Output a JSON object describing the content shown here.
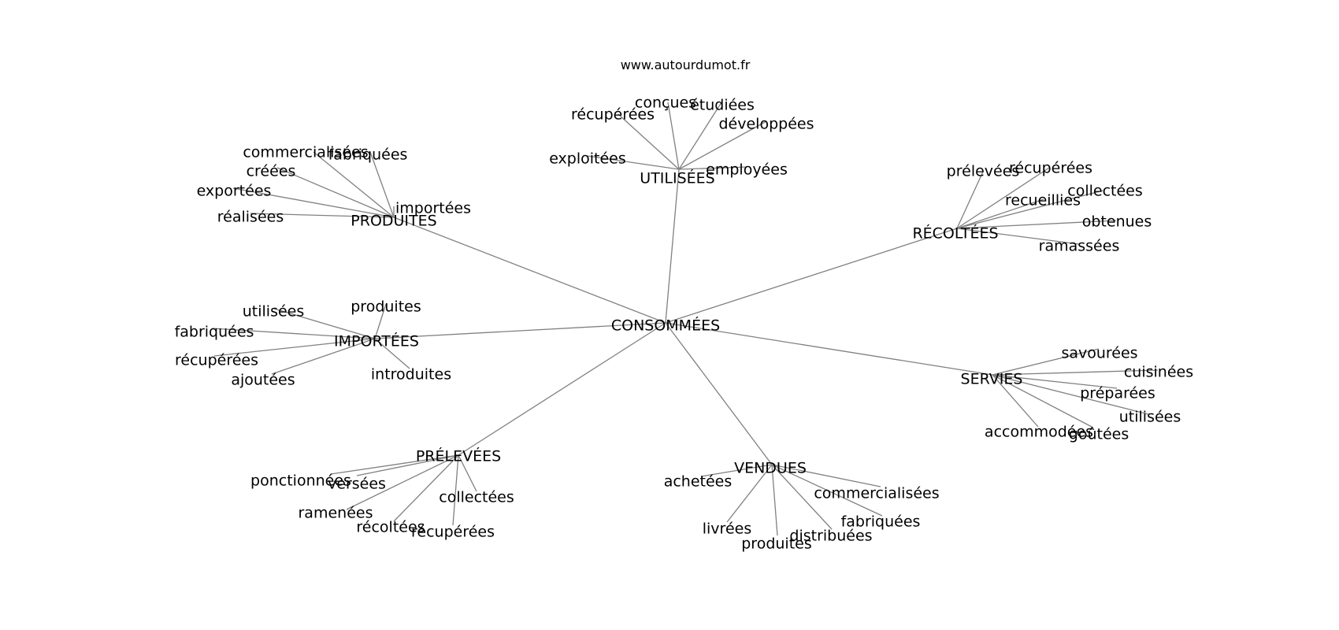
{
  "source": "www.autourdumot.fr",
  "center": "CONSOMMÉES",
  "colors": {
    "edge": "#808080",
    "text": "#000000",
    "background": "#ffffff"
  },
  "hubs": [
    {
      "label": "UTILISÉES",
      "leaves": [
        "conçues",
        "récupérées",
        "étudiées",
        "développées",
        "exploitées",
        "employées"
      ]
    },
    {
      "label": "PRODUITES",
      "leaves": [
        "commercialisées",
        "fabriquées",
        "créées",
        "exportées",
        "importées",
        "réalisées"
      ]
    },
    {
      "label": "RÉCOLTÉES",
      "leaves": [
        "prélevées",
        "récupérées",
        "recueillies",
        "collectées",
        "obtenues",
        "ramassées"
      ]
    },
    {
      "label": "IMPORTÉES",
      "leaves": [
        "produites",
        "utilisées",
        "fabriquées",
        "récupérées",
        "ajoutées",
        "introduites"
      ]
    },
    {
      "label": "SERVIES",
      "leaves": [
        "savourées",
        "cuisinées",
        "préparées",
        "utilisées",
        "accommodées",
        "goûtées"
      ]
    },
    {
      "label": "PRÉLEVÉES",
      "leaves": [
        "ponctionnées",
        "versées",
        "collectées",
        "ramenées",
        "récoltées",
        "récupérées"
      ]
    },
    {
      "label": "VENDUES",
      "leaves": [
        "achetées",
        "commercialisées",
        "fabriquées",
        "livrées",
        "distribuées",
        "produites"
      ]
    }
  ]
}
